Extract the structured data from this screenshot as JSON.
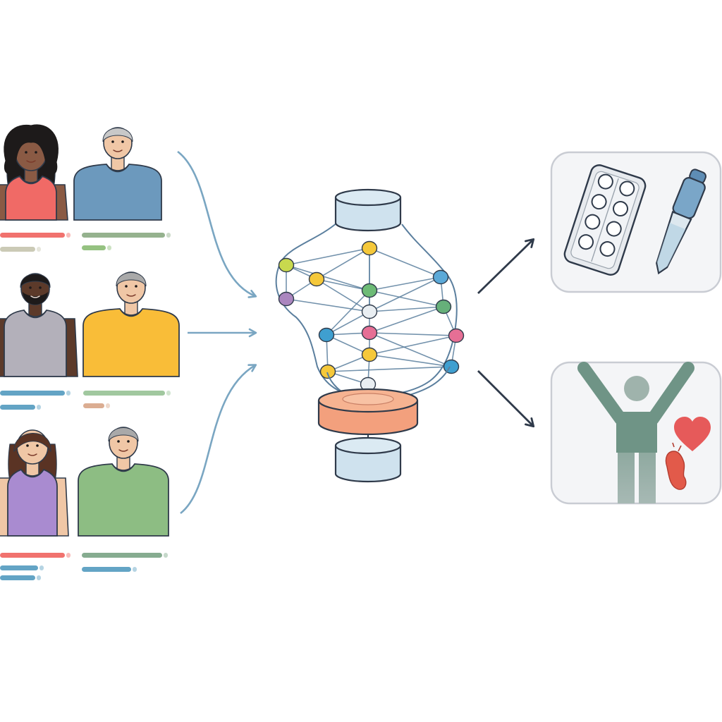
{
  "colors": {
    "background": "#ffffff",
    "outline": "#2f3a4a",
    "arrow_in": "#7aa6c2",
    "arrow_out": "#2f3a4a",
    "network_edge": "#5b7f9e",
    "database_fill": "#cfe2ee",
    "processor_fill": "#f3a07d",
    "panel_fill": "#f4f5f7",
    "panel_stroke": "#c9ccd3"
  },
  "people": [
    {
      "name": "patient-woman-1",
      "shirt": "#f06a66",
      "skin": "#8a5a44",
      "hair": "#1d1a1a",
      "bars": [
        "#f06a66",
        "#c8c7b2"
      ]
    },
    {
      "name": "patient-man-1",
      "shirt": "#6c99bd",
      "skin": "#f0c7a6",
      "hair": "#c8c8c8",
      "bars": [
        "#8fae88",
        "#8fbf7a"
      ]
    },
    {
      "name": "patient-man-2",
      "shirt": "#b3b0ba",
      "skin": "#5c3a2a",
      "hair": "#1d1a1a",
      "bars": [
        "#5b9fc2",
        "#5b9fc2"
      ]
    },
    {
      "name": "patient-man-3",
      "shirt": "#f9bd38",
      "skin": "#f0c7a6",
      "hair": "#a9a9a9",
      "bars": [
        "#9cc59a",
        "#d9a98c"
      ]
    },
    {
      "name": "patient-woman-2",
      "shirt": "#a98bd0",
      "skin": "#f0c7a6",
      "hair": "#5a3324",
      "bars": [
        "#f06a66",
        "#5b9fc2"
      ]
    },
    {
      "name": "patient-man-4",
      "shirt": "#8dbd83",
      "skin": "#f0c7a6",
      "hair": "#a9a9a9",
      "bars": [
        "#7fa88a",
        "#5b9fc2"
      ]
    }
  ],
  "node_colors": [
    "#c8d94e",
    "#f5c83a",
    "#ab86bf",
    "#f5c83a",
    "#5ba9d8",
    "#6dbb76",
    "#e9eef2",
    "#66b07a",
    "#3f9fd0",
    "#e66f95",
    "#e66f95",
    "#f5c83a",
    "#3f9fd0",
    "#f5c83a",
    "#e9eef2"
  ],
  "outputs": {
    "medication_icon": "pill-blister-and-dropper-icon",
    "outcome_icon": "healthy-person-with-heart-and-kidney-icon",
    "outcome_figure_color": "#6f9486",
    "heart_color": "#e65a5a",
    "kidney_color": "#e25a4a"
  }
}
